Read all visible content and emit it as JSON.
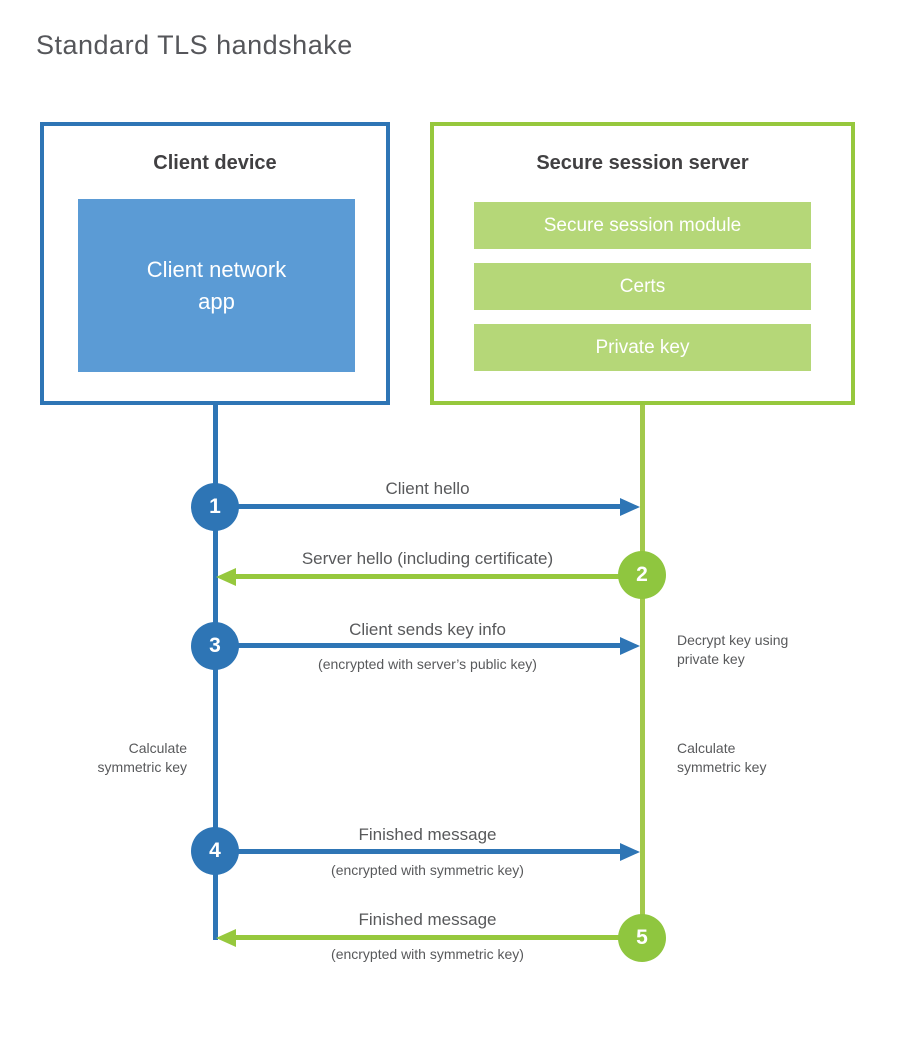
{
  "title": "Standard TLS handshake",
  "colors": {
    "blue": "#2e75b5",
    "blue_fill": "#5b9bd5",
    "green": "#96c83d",
    "green_fill": "#b5d778",
    "heading_text": "#414042",
    "body_text": "#58595b"
  },
  "client": {
    "title": "Client device",
    "module": "Client network\napp"
  },
  "server": {
    "title": "Secure session server",
    "modules": [
      {
        "label": "Secure session module"
      },
      {
        "label": "Certs"
      },
      {
        "label": "Private key"
      }
    ]
  },
  "messages": [
    {
      "num": "1",
      "label": "Client hello",
      "sublabel": "",
      "direction": "client-to-server"
    },
    {
      "num": "2",
      "label": "Server hello (including certificate)",
      "sublabel": "",
      "direction": "server-to-client"
    },
    {
      "num": "3",
      "label": "Client sends key info",
      "sublabel": "(encrypted with server’s public key)",
      "direction": "client-to-server"
    },
    {
      "num": "4",
      "label": "Finished message",
      "sublabel": "(encrypted with symmetric key)",
      "direction": "client-to-server"
    },
    {
      "num": "5",
      "label": "Finished message",
      "sublabel": "(encrypted with symmetric key)",
      "direction": "server-to-client"
    }
  ],
  "notes": {
    "decrypt": "Decrypt key using\nprivate key",
    "calculate_left": "Calculate\nsymmetric key",
    "calculate_right": "Calculate\nsymmetric key"
  }
}
